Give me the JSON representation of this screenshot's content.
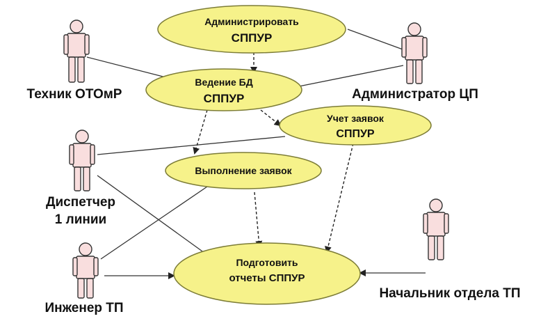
{
  "colors": {
    "usecase_fill": "#f6f28a",
    "usecase_stroke": "#7c7c36",
    "actor_fill": "#f9dede",
    "actor_stroke": "#333333",
    "line": "#333333"
  },
  "actors": {
    "technician": "Техник ОТОмР",
    "admin_cp": "Администратор ЦП",
    "dispatcher_line1": "Диспетчер",
    "dispatcher_line2": "1 линии",
    "engineer": "Инженер ТП",
    "chief": "Начальник отдела ТП"
  },
  "usecases": {
    "administer_line1": "Администрировать",
    "administer_line2": "СППУР",
    "db_line1": "Ведение БД",
    "db_line2": "СППУР",
    "requests_line1": "Учет заявок",
    "requests_line2": "СППУР",
    "execution": "Выполнение заявок",
    "reports_line1": "Подготовить",
    "reports_line2": "отчеты СППУР"
  }
}
